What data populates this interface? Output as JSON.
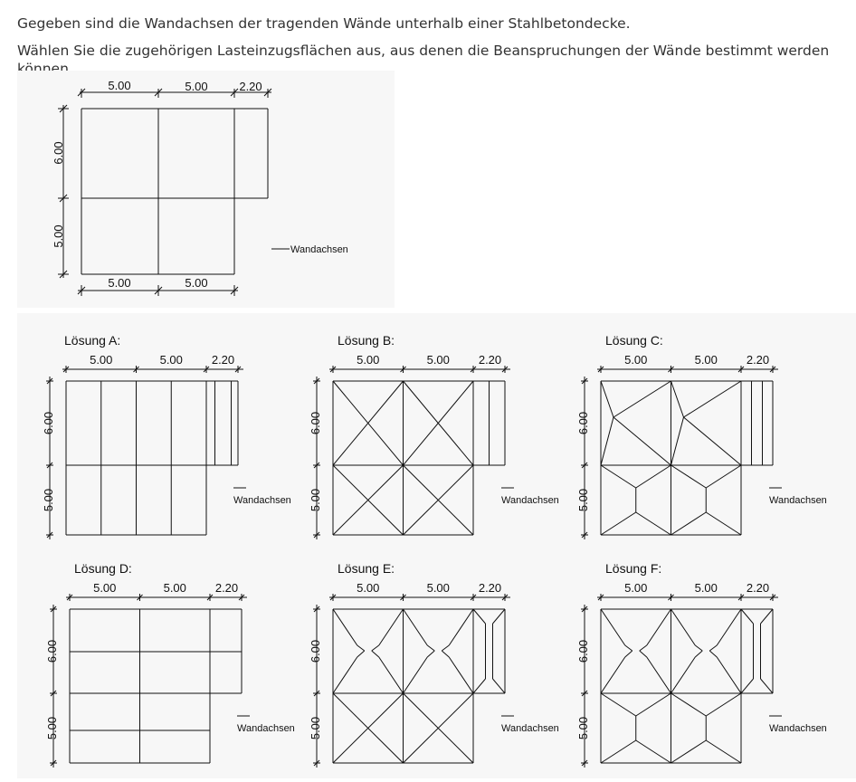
{
  "question": {
    "line1": "Gegeben sind die Wandachsen der tragenden Wände unterhalb einer Stahlbetondecke.",
    "line2": "Wählen Sie die zugehörigen Lasteinzugsflächen aus, aus denen die Beanspruchungen der Wände bestimmt werden können."
  },
  "legend_label": "Wandachsen",
  "dimensions": {
    "top": [
      "5.00",
      "5.00",
      "2.20"
    ],
    "bottom": [
      "5.00",
      "5.00"
    ],
    "left": [
      "6.00",
      "5.00"
    ]
  },
  "solutions": [
    {
      "label": "Lösung A:"
    },
    {
      "label": "Lösung B:"
    },
    {
      "label": "Lösung C:"
    },
    {
      "label": "Lösung D:"
    },
    {
      "label": "Lösung E:"
    },
    {
      "label": "Lösung F:"
    }
  ],
  "colors": {
    "panel": "#f7f7f7",
    "lines": "#111111",
    "text": "#333333"
  }
}
